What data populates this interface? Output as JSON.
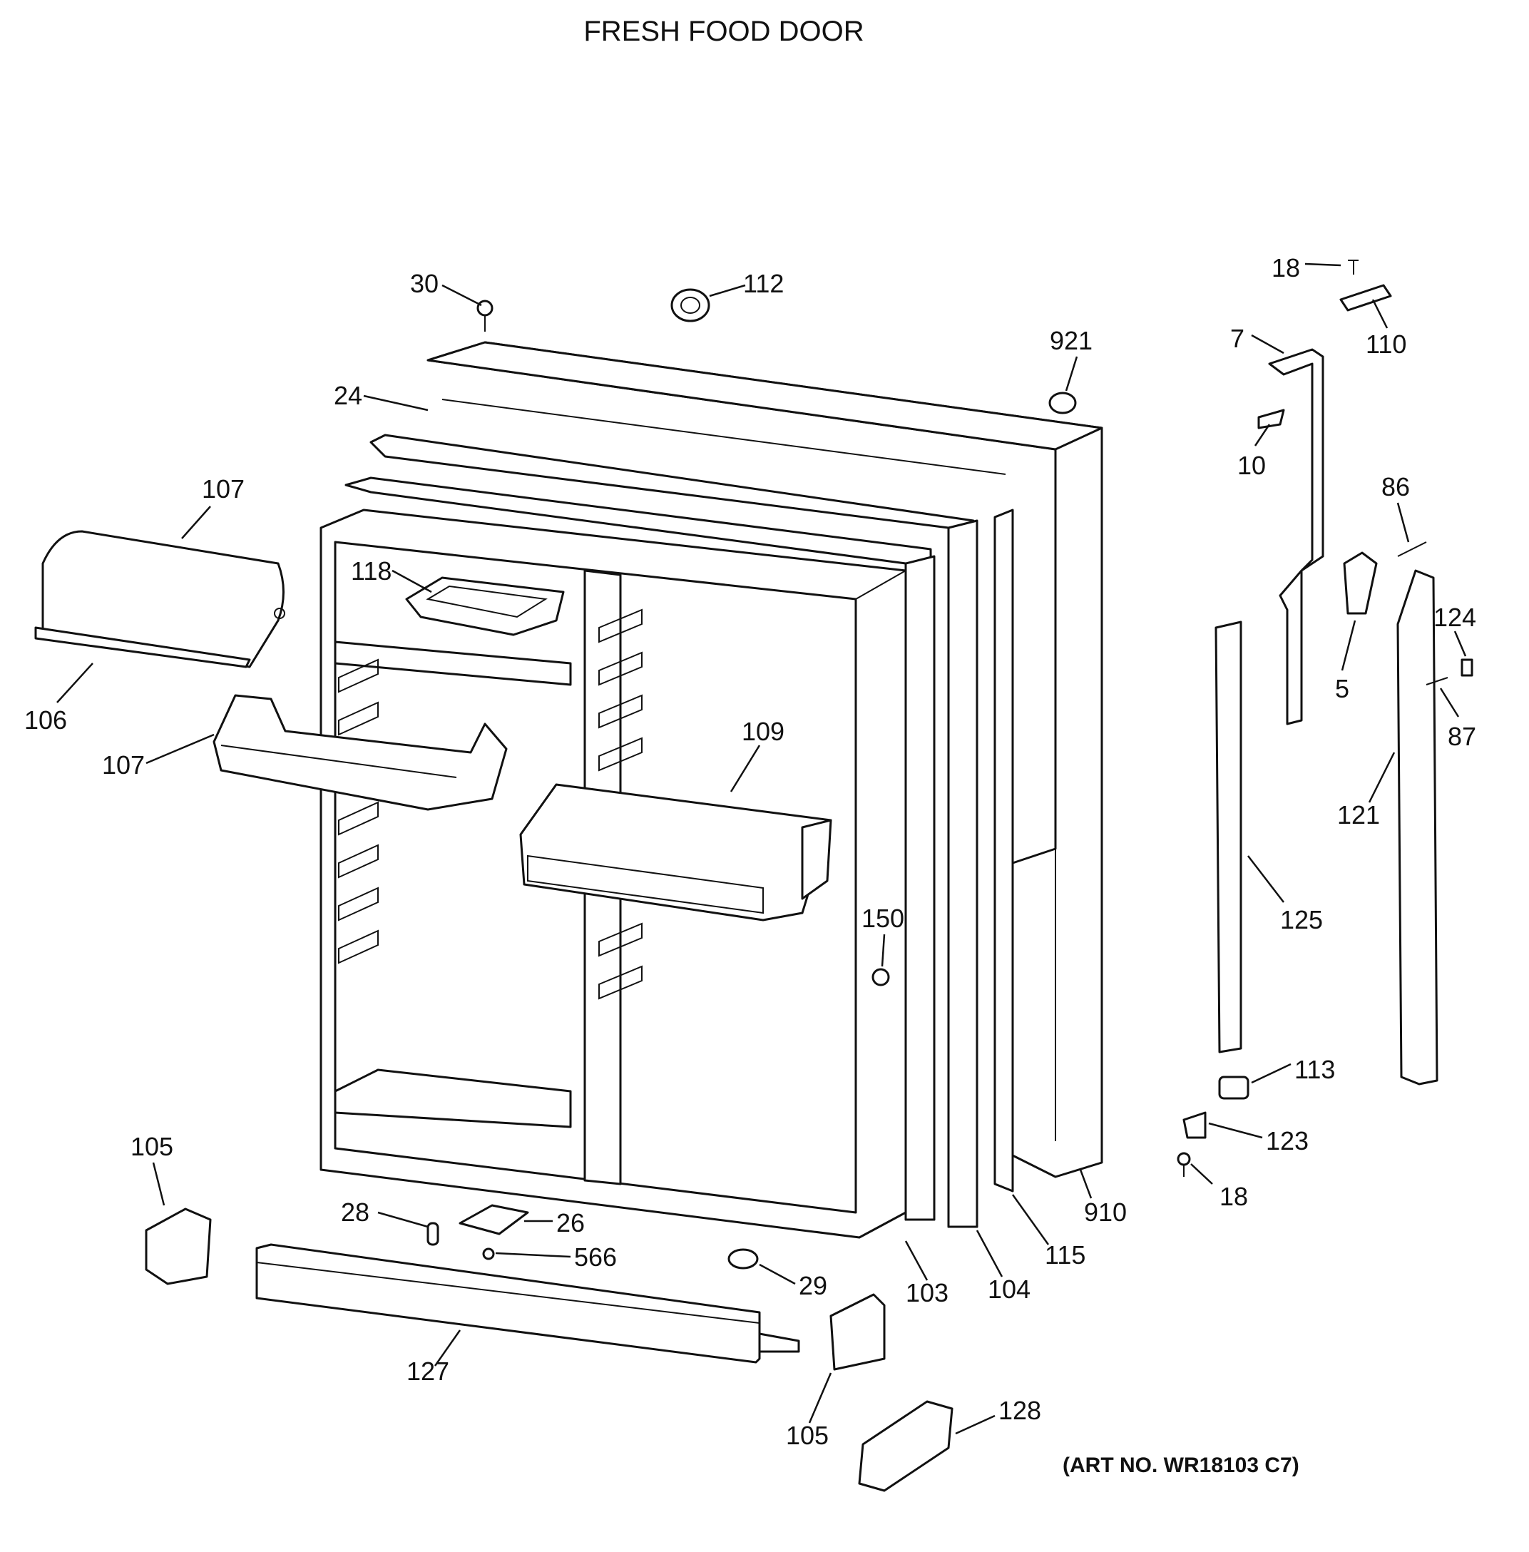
{
  "title": "FRESH FOOD DOOR",
  "art_number": "(ART NO. WR18103 C7)",
  "callouts": {
    "c30": "30",
    "c112": "112",
    "c921": "921",
    "c24": "24",
    "c107a": "107",
    "c106": "106",
    "c107b": "107",
    "c118": "118",
    "c109": "109",
    "c150": "150",
    "c105a": "105",
    "c28": "28",
    "c26": "26",
    "c566": "566",
    "c29": "29",
    "c127": "127",
    "c105b": "105",
    "c128": "128",
    "c103": "103",
    "c104": "104",
    "c115": "115",
    "c910": "910",
    "c18a": "18",
    "c110": "110",
    "c7": "7",
    "c10": "10",
    "c86": "86",
    "c5": "5",
    "c124": "124",
    "c87": "87",
    "c121": "121",
    "c125": "125",
    "c113": "113",
    "c123": "123",
    "c18b": "18"
  }
}
